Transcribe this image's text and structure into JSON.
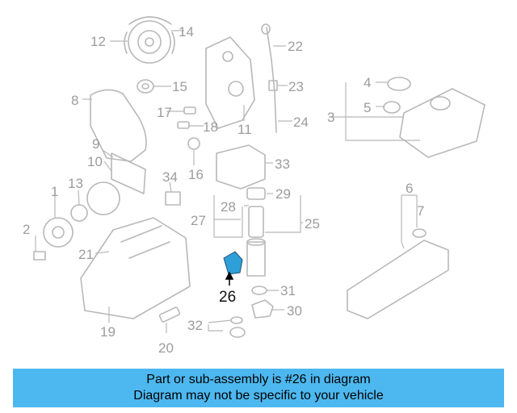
{
  "parts": {
    "p1": "1",
    "p2": "2",
    "p3": "3",
    "p4": "4",
    "p5": "5",
    "p6": "6",
    "p7": "7",
    "p8": "8",
    "p9": "9",
    "p10": "10",
    "p11": "11",
    "p12": "12",
    "p13": "13",
    "p14": "14",
    "p15": "15",
    "p16": "16",
    "p17": "17",
    "p18": "18",
    "p19": "19",
    "p20": "20",
    "p21": "21",
    "p22": "22",
    "p23": "23",
    "p24": "24",
    "p25": "25",
    "p26": "26",
    "p27": "27",
    "p28": "28",
    "p29": "29",
    "p30": "30",
    "p31": "31",
    "p32": "32",
    "p33": "33",
    "p34": "34"
  },
  "highlight": {
    "part": "26",
    "color": "#2f9fd8"
  },
  "banner": {
    "line1": "Part or sub-assembly is #26 in diagram",
    "line2": "Diagram may not be specific to your vehicle",
    "color": "#4db8f0"
  }
}
